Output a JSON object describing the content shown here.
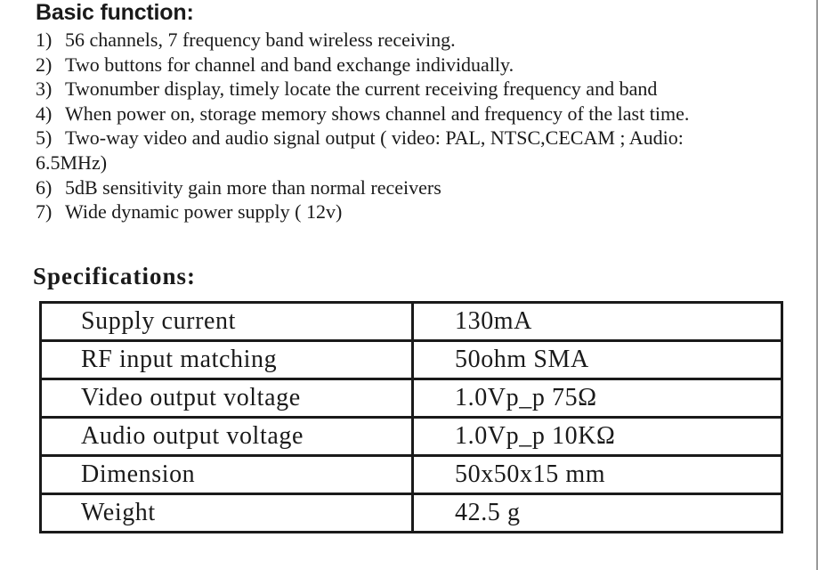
{
  "basic": {
    "title": "Basic function:",
    "items": [
      {
        "num": "1)",
        "text": "56 channels, 7 frequency band wireless receiving."
      },
      {
        "num": "2)",
        "text": "Two buttons for channel and band exchange individually."
      },
      {
        "num": "3)",
        "text": "Twonumber display, timely locate the current receiving frequency and band"
      },
      {
        "num": "4)",
        "text": "When power on, storage memory shows channel and frequency of the last time."
      },
      {
        "num": "5)",
        "text": "Two-way video and audio signal output ( video: PAL, NTSC,CECAM ; Audio:",
        "cont": "6.5MHz)"
      },
      {
        "num": "6)",
        "text": "5dB sensitivity gain more than normal receivers"
      },
      {
        "num": "7)",
        "text": "Wide dynamic power supply ( 12v)"
      }
    ]
  },
  "specs": {
    "title": "Specifications:",
    "rows": [
      {
        "label": "Supply current",
        "value": "130mA"
      },
      {
        "label": "RF input matching",
        "value": "50ohm  SMA"
      },
      {
        "label": "Video output voltage",
        "value": "1.0Vp_p 75Ω"
      },
      {
        "label": "Audio output voltage",
        "value": "1.0Vp_p 10KΩ"
      },
      {
        "label": "Dimension",
        "value": "50x50x15 mm"
      },
      {
        "label": "Weight",
        "value": "42.5 g"
      }
    ]
  }
}
